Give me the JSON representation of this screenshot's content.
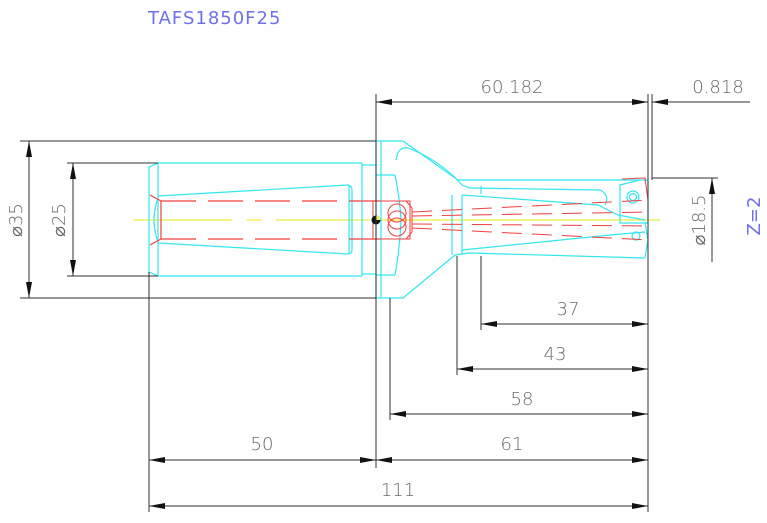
{
  "drawing": {
    "title": "TAFS1850F25",
    "tooth_count_label": "Z=2",
    "colors": {
      "background": "#fdfefd",
      "outline": "#33e6f0",
      "hidden_lines": "#f04040",
      "centerline": "#f0f060",
      "dimension": "#333333",
      "dimension_text": "#6a6a6a",
      "annotation_text": "#6f6ff0"
    }
  },
  "dimensions": {
    "shank_outer_diameter": "⌀35",
    "shank_diameter": "⌀25",
    "drill_diameter": "⌀18.5",
    "body_to_tip": "60.182",
    "tip_offset": "0.818",
    "flute_length_37": "37",
    "flute_length_43": "43",
    "usable_length_58": "58",
    "head_length": "61",
    "shank_length": "50",
    "overall_length": "111"
  }
}
